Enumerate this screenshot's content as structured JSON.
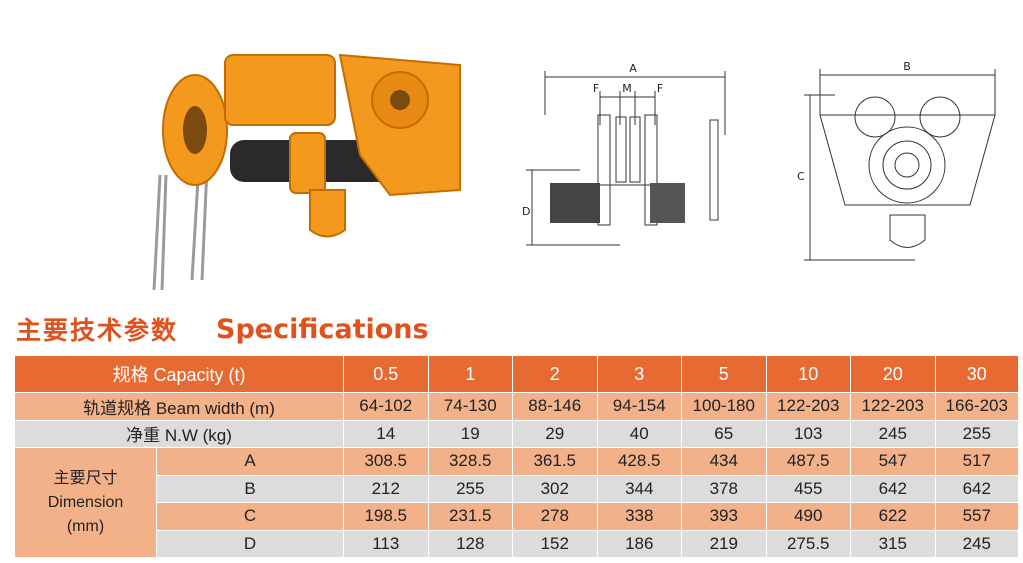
{
  "heading": {
    "cn": "主要技术参数",
    "en": "Specifications"
  },
  "diagram_labels": {
    "A": "A",
    "B": "B",
    "C": "C",
    "D": "D",
    "F": "F",
    "M": "M"
  },
  "table": {
    "capacity_label": "规格 Capacity (t)",
    "beam_label": "轨道规格 Beam width (m)",
    "weight_label": "净重 N.W (kg)",
    "dimension_label": {
      "cn": "主要尺寸",
      "en": "Dimension",
      "unit": "(mm)"
    },
    "capacities": [
      "0.5",
      "1",
      "2",
      "3",
      "5",
      "10",
      "20",
      "30"
    ],
    "beam_widths": [
      "64-102",
      "74-130",
      "88-146",
      "94-154",
      "100-180",
      "122-203",
      "122-203",
      "166-203"
    ],
    "weights": [
      "14",
      "19",
      "29",
      "40",
      "65",
      "103",
      "245",
      "255"
    ],
    "dimensions": [
      {
        "label": "A",
        "values": [
          "308.5",
          "328.5",
          "361.5",
          "428.5",
          "434",
          "487.5",
          "547",
          "517"
        ]
      },
      {
        "label": "B",
        "values": [
          "212",
          "255",
          "302",
          "344",
          "378",
          "455",
          "642",
          "642"
        ]
      },
      {
        "label": "C",
        "values": [
          "198.5",
          "231.5",
          "278",
          "338",
          "393",
          "490",
          "622",
          "557"
        ]
      },
      {
        "label": "D",
        "values": [
          "113",
          "128",
          "152",
          "186",
          "219",
          "275.5",
          "315",
          "245"
        ]
      }
    ]
  },
  "colors": {
    "accent": "#e0511c",
    "header_bg": "#e86a33",
    "row_orange": "#f3b189",
    "row_gray": "#dcdcdc",
    "product": "#f39a1e"
  }
}
